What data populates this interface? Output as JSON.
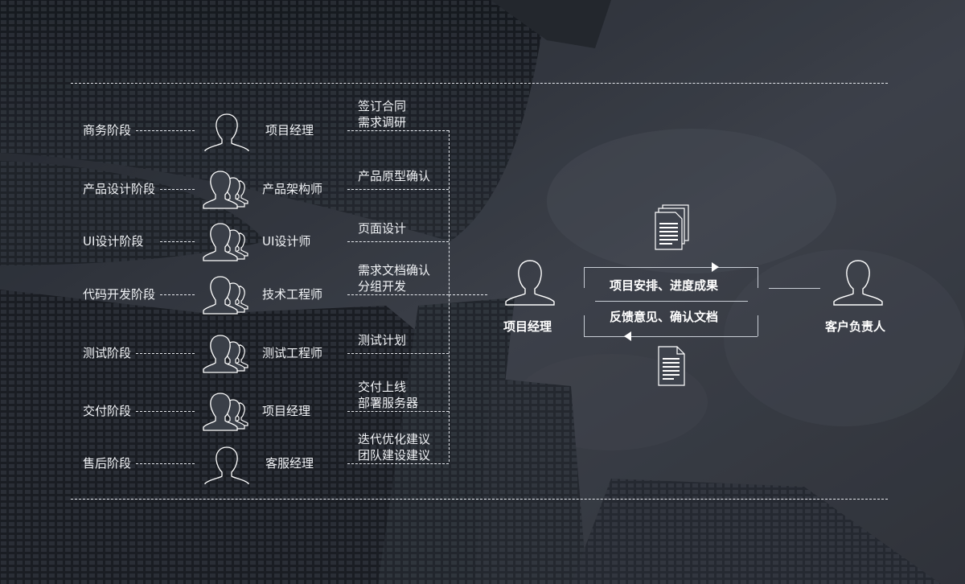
{
  "stages": [
    {
      "stage": "商务阶段",
      "role": "项目经理",
      "icon": "single-person-icon",
      "tasks": "签订合同\n需求调研"
    },
    {
      "stage": "产品设计阶段",
      "role": "产品架构师",
      "icon": "group-people-icon",
      "tasks": "产品原型确认"
    },
    {
      "stage": "UI设计阶段",
      "role": "UI设计师",
      "icon": "group-people-icon",
      "tasks": "页面设计"
    },
    {
      "stage": "代码开发阶段",
      "role": "技术工程师",
      "icon": "group-people-icon",
      "tasks": "需求文档确认\n分组开发"
    },
    {
      "stage": "测试阶段",
      "role": "测试工程师",
      "icon": "group-people-icon",
      "tasks": "测试计划"
    },
    {
      "stage": "交付阶段",
      "role": "项目经理",
      "icon": "group-people-icon",
      "tasks": "交付上线\n部署服务器"
    },
    {
      "stage": "售后阶段",
      "role": "客服经理",
      "icon": "single-person-icon",
      "tasks": "迭代优化建议\n团队建设建议"
    }
  ],
  "hub": {
    "pm_label": "项目经理",
    "client_label": "客户负责人",
    "forward_text": "项目安排、进度成果",
    "backward_text": "反馈意见、确认文档",
    "doc_icon": "document-icon"
  },
  "colors": {
    "line": "#e6e9ee",
    "overlay": "#3a3f4a"
  }
}
